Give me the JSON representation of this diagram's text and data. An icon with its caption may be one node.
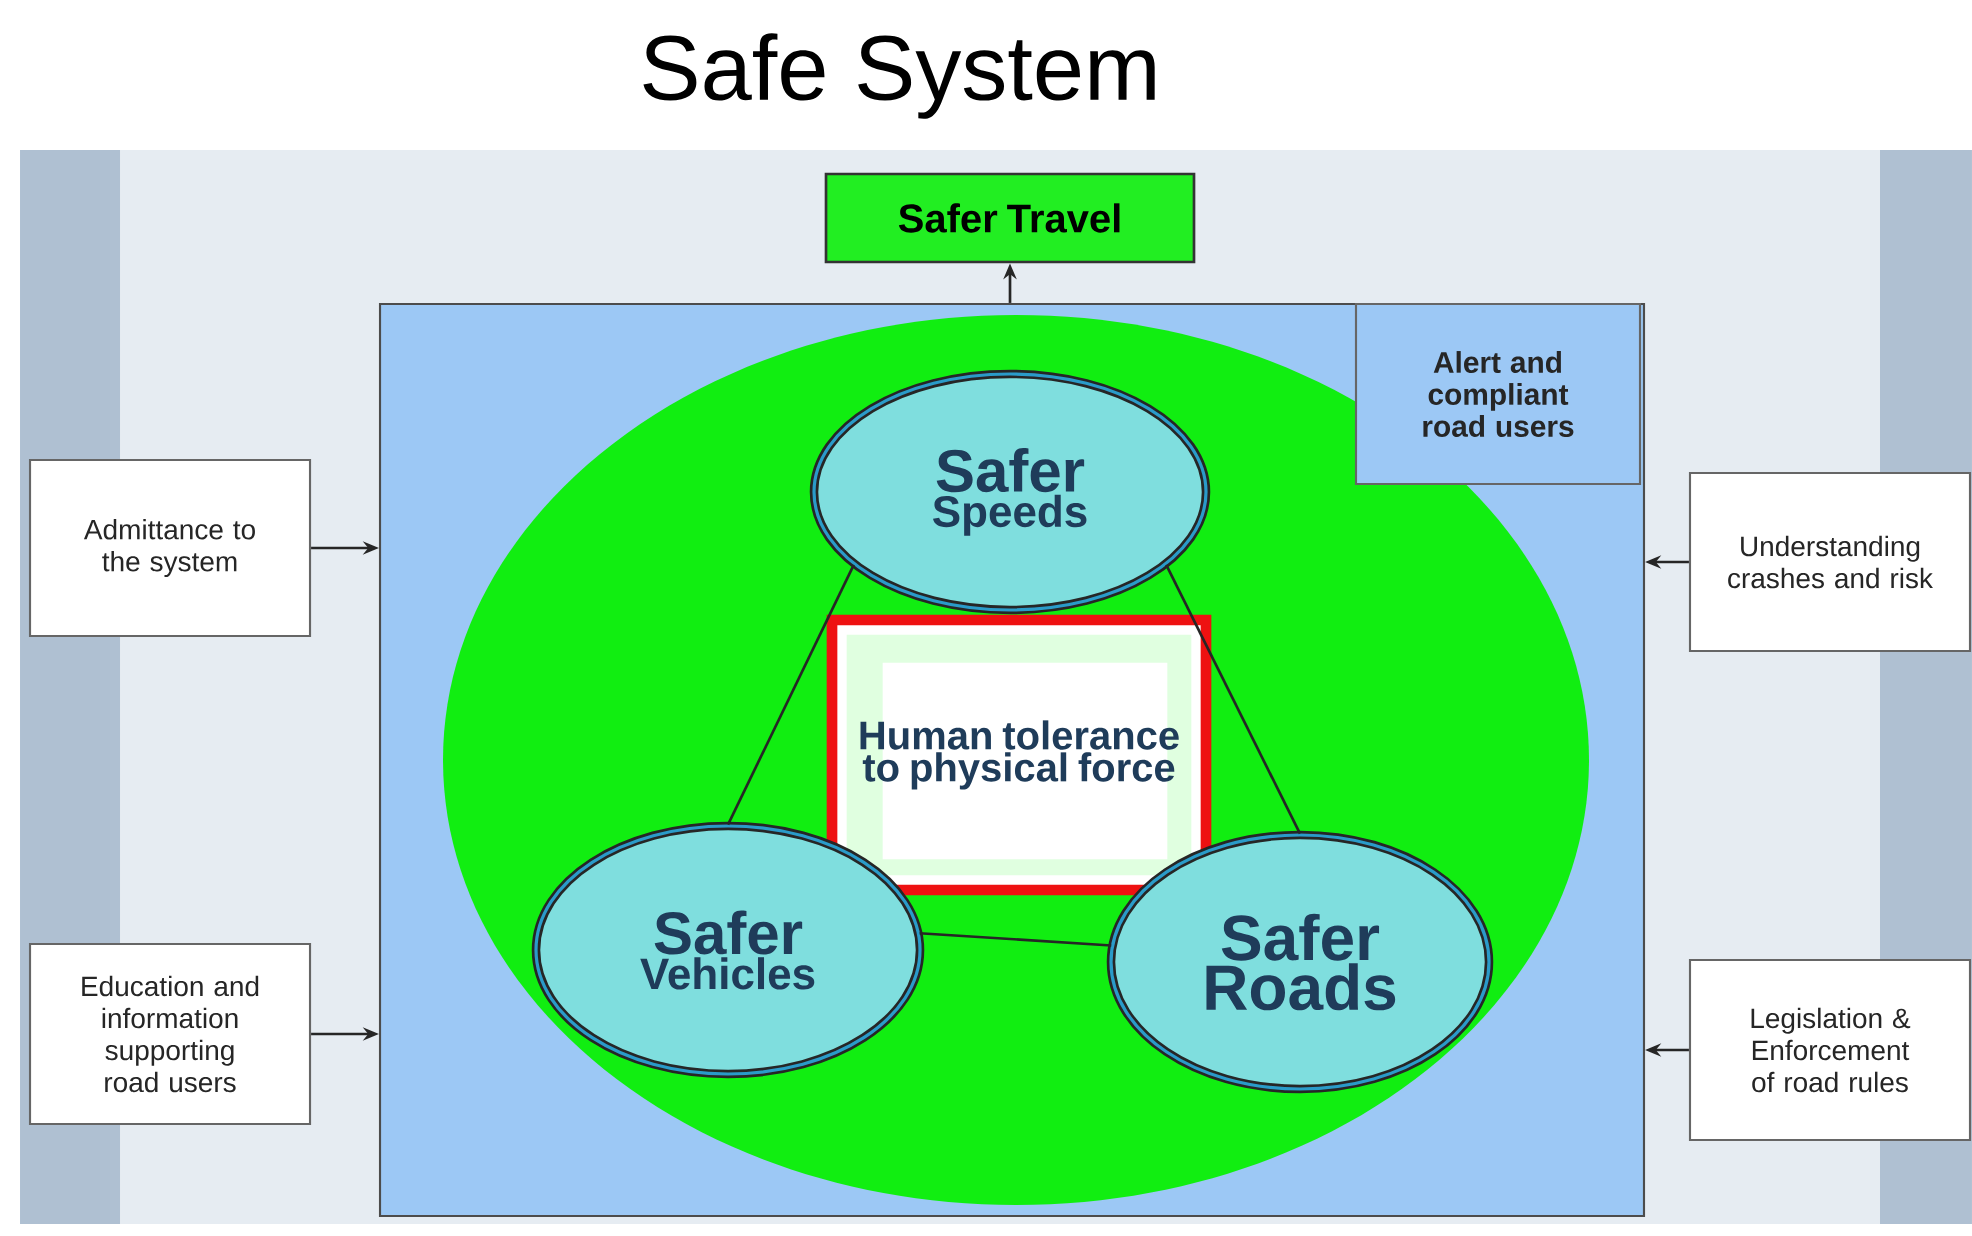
{
  "diagram": {
    "title": "Safe System",
    "nodes": [
      {
        "text": [
          "Safer Travel"
        ]
      },
      {
        "text": [],
        "shape": "box"
      },
      {
        "text": [],
        "shape": "ellipse",
        "in": 1
      },
      {
        "text": [
          "Alert and compliant road users"
        ],
        "in": 1
      },
      {
        "text": [
          "Safer",
          "Speeds"
        ],
        "in": 2
      },
      {
        "text": [
          "Human tolerance to physical force"
        ],
        "in": 2
      },
      {
        "text": [
          "Safer",
          "Vehicles"
        ],
        "in": 2
      },
      {
        "text": [
          "Safer",
          "Roads"
        ],
        "in": 2
      },
      {
        "text": [
          "Admittance to the system"
        ]
      },
      {
        "text": [
          "Education and information supporting road users"
        ]
      },
      {
        "text": [
          "Understanding crashes and risk"
        ]
      },
      {
        "text": [
          "Legislation & Enforcement of road rules"
        ]
      }
    ],
    "edges": [
      {
        "from": 1,
        "to": 0,
        "arrow": "to"
      },
      {
        "from": 8,
        "to": 1,
        "arrow": "to"
      },
      {
        "from": 9,
        "to": 1,
        "arrow": "to"
      },
      {
        "from": 10,
        "to": 1,
        "arrow": "to"
      },
      {
        "from": 11,
        "to": 1,
        "arrow": "to"
      },
      {
        "from": 4,
        "to": 6,
        "arrow": "none"
      },
      {
        "from": 4,
        "to": 7,
        "arrow": "none"
      },
      {
        "from": 6,
        "to": 7,
        "arrow": "none"
      }
    ]
  }
}
